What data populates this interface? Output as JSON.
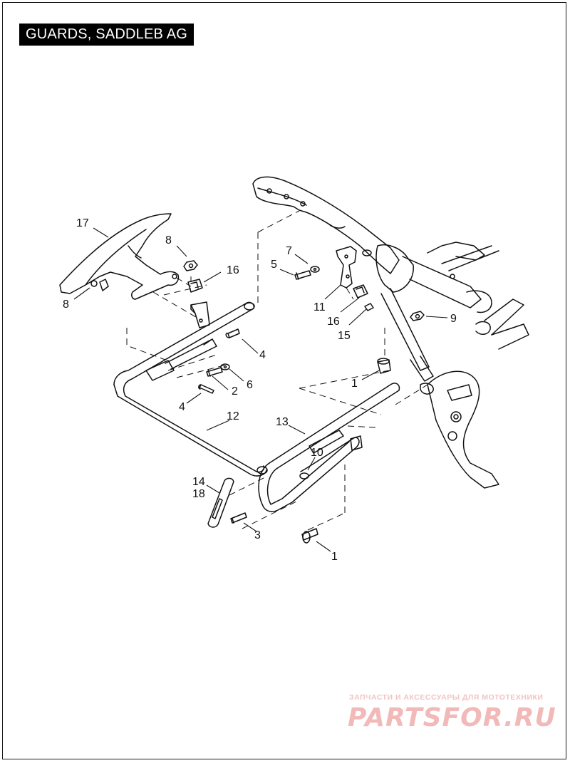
{
  "title": "GUARDS, SADDLEB AG",
  "callouts": {
    "c17": "17",
    "c8a": "8",
    "c16a": "16",
    "c8b": "8",
    "c7": "7",
    "c5": "5",
    "c11": "11",
    "c16b": "16",
    "c15": "15",
    "c9": "9",
    "c4a": "4",
    "c6": "6",
    "c2": "2",
    "c4b": "4",
    "c1a": "1",
    "c12": "12",
    "c13": "13",
    "c10": "10",
    "c14": "14",
    "c18": "18",
    "c3": "3",
    "c1b": "1"
  },
  "watermark": {
    "tagline": "ЗАПЧАСТИ И АКСЕССУАРЫ ДЛЯ МОТОТЕХНИКИ",
    "brand": "PARTSFOR.RU"
  }
}
